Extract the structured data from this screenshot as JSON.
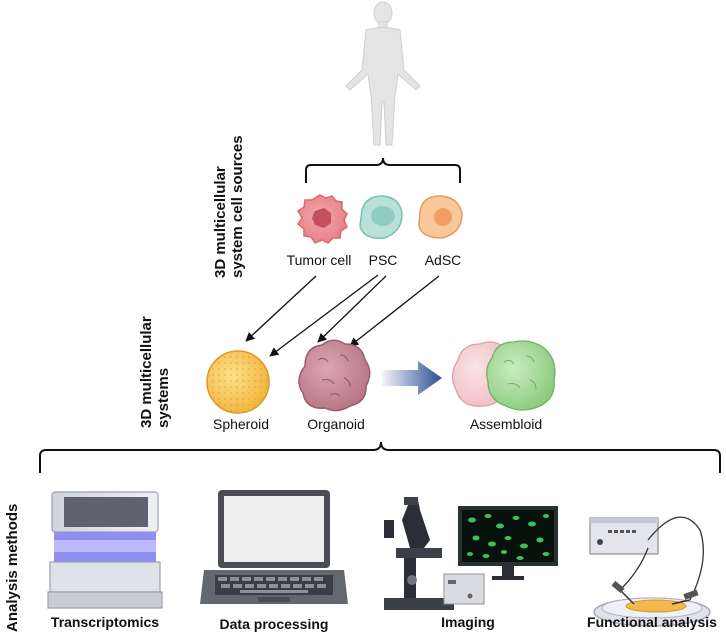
{
  "sections": {
    "cell_sources": {
      "line1": "3D multicellular",
      "line2": "system cell sources"
    },
    "multicellular_systems": {
      "line1": "3D multicellular",
      "line2": "systems"
    },
    "analysis_methods": {
      "label": "Analysis methods"
    }
  },
  "cell_sources": [
    {
      "label": "Tumor cell",
      "color": "#e77f86"
    },
    {
      "label": "PSC",
      "color": "#a7d9cf"
    },
    {
      "label": "AdSC",
      "color": "#f4b27a"
    }
  ],
  "systems": [
    {
      "label": "Spheroid",
      "color": "#f6c85a"
    },
    {
      "label": "Organoid",
      "color": "#c78896"
    },
    {
      "label": "Assembloid",
      "color": "#a9d99b"
    }
  ],
  "methods": [
    {
      "label": "Transcriptomics",
      "icon": "sequencer-icon"
    },
    {
      "label": "Data processing",
      "icon": "laptop-icon"
    },
    {
      "label": "Imaging",
      "icon": "microscope-icon"
    },
    {
      "label": "Functional analysis",
      "icon": "electrophysiology-icon"
    }
  ],
  "colors": {
    "arrow": "#2a4d94",
    "bracket": "#111111",
    "human": "#e6e6e6"
  }
}
